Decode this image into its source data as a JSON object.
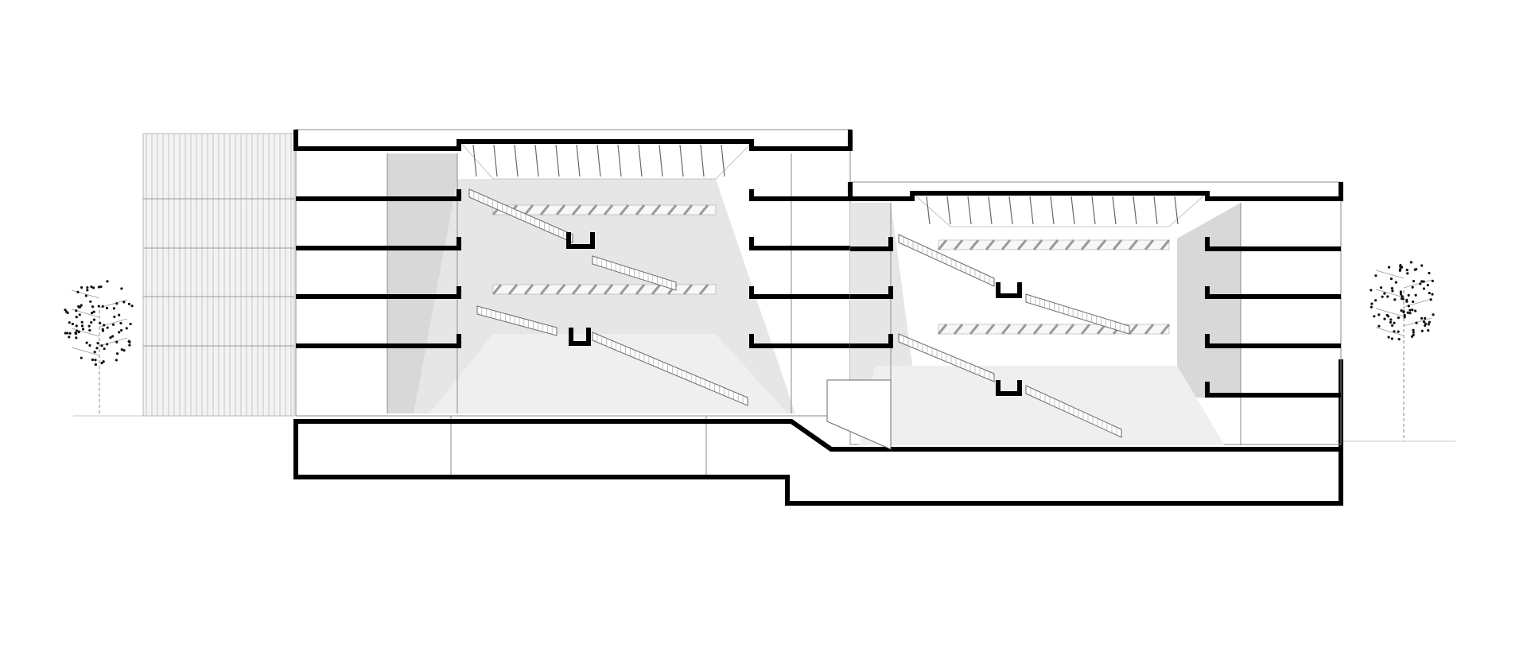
{
  "colors": {
    "background": "#ffffff",
    "section_cut": "#000000",
    "elevation_line": "#8a8a8a",
    "shade": "#d8d8d8"
  },
  "drawing": {
    "type": "architectural-section",
    "left_block_floors": 5,
    "right_block_floors": 5,
    "trees": 2
  }
}
